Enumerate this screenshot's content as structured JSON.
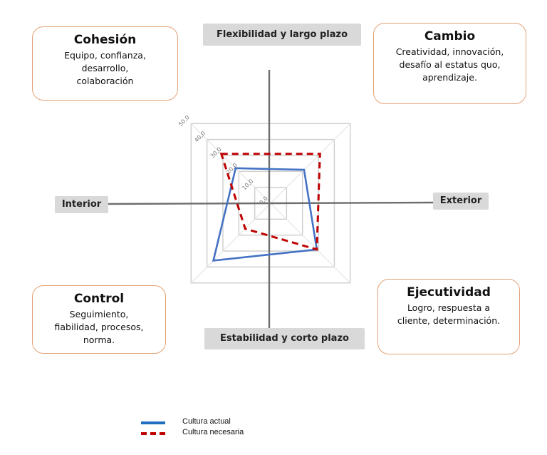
{
  "quadrants": {
    "cohesion": {
      "title": "Cohesión",
      "desc": "Equipo, confianza,\ndesarrollo,\ncolaboración"
    },
    "cambio": {
      "title": "Cambio",
      "desc": "Creatividad, innovación,\ndesafío al estatus quo,\naprendizaje."
    },
    "control": {
      "title": "Control",
      "desc": "Seguimiento,\nfiabilidad, procesos,\nnorma."
    },
    "ejecutividad": {
      "title": "Ejecutividad",
      "desc": "Logro, respuesta a\ncliente, determinación."
    }
  },
  "axes": {
    "top": "Flexibilidad y largo plazo",
    "bottom": "Estabilidad y corto plazo",
    "left": "Interior",
    "right": "Exterior"
  },
  "chart_data": {
    "type": "radar",
    "axes_order": [
      "Cohesión",
      "Cambio",
      "Ejecutividad",
      "Control"
    ],
    "scale_ticks": [
      "0,0",
      "10,0",
      "20,0",
      "30,0",
      "40,0",
      "50,0"
    ],
    "rlim": [
      0,
      50
    ],
    "series": [
      {
        "name": "Cultura actual",
        "values": [
          22,
          21,
          29,
          36
        ],
        "color": "#4472c4",
        "style": "solid"
      },
      {
        "name": "Cultura necesaria",
        "values": [
          31,
          31,
          29,
          16
        ],
        "color": "#c00000",
        "style": "dashed"
      }
    ]
  },
  "legend": {
    "items": [
      {
        "label": "Cultura actual",
        "color": "#1f6fc1",
        "style": "solid"
      },
      {
        "label": "Cultura necesaria",
        "color": "#c00000",
        "style": "dashed"
      }
    ]
  }
}
